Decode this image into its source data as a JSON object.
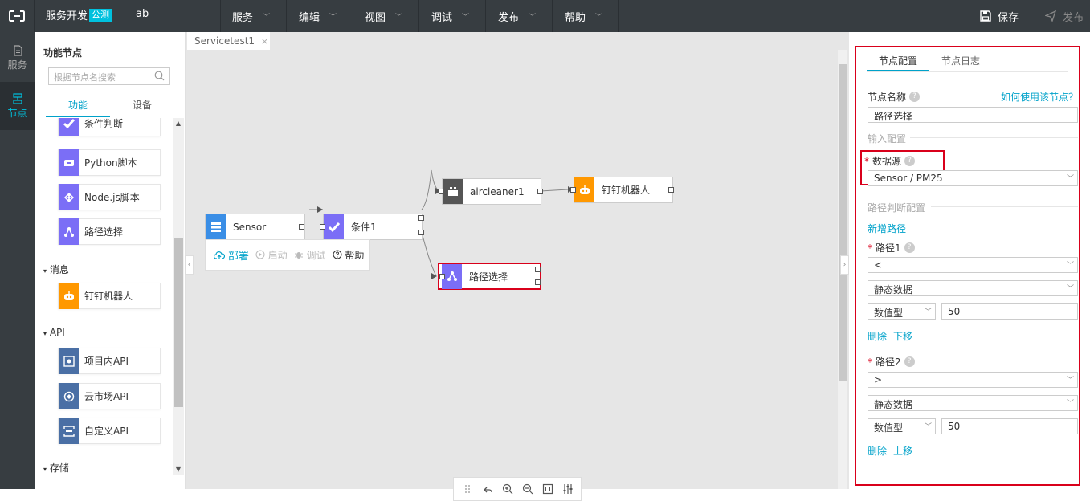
{
  "topbar": {
    "brand": "服务开发",
    "beta": "公测",
    "project": "ab",
    "menus": [
      {
        "label": "服务"
      },
      {
        "label": "编辑"
      },
      {
        "label": "视图"
      },
      {
        "label": "调试"
      },
      {
        "label": "发布"
      },
      {
        "label": "帮助"
      }
    ],
    "save": "保存",
    "publish": "发布"
  },
  "leftnav": {
    "items": [
      {
        "label": "服务",
        "active": false
      },
      {
        "label": "节点",
        "active": true
      }
    ]
  },
  "panel": {
    "title": "功能节点",
    "search_placeholder": "根据节点名搜索",
    "tabs": [
      {
        "label": "功能"
      },
      {
        "label": "设备"
      }
    ],
    "items": [
      {
        "label": "条件判断",
        "icon": "check-icon"
      },
      {
        "label": "Python脚本",
        "icon": "python-icon"
      },
      {
        "label": "Node.js脚本",
        "icon": "code-icon"
      },
      {
        "label": "路径选择",
        "icon": "route-icon"
      }
    ],
    "categories": {
      "message": "消息",
      "api": "API",
      "storage": "存储"
    },
    "message_items": [
      {
        "label": "钉钉机器人",
        "icon": "robot-icon"
      }
    ],
    "api_items": [
      {
        "label": "项目内API",
        "icon": "api-icon"
      },
      {
        "label": "云市场API",
        "icon": "market-icon"
      },
      {
        "label": "自定义API",
        "icon": "custom-api-icon"
      }
    ]
  },
  "canvas": {
    "tab": "Servicetest1",
    "nodes": {
      "sensor": "Sensor",
      "cond": "条件1",
      "aircleaner": "aircleaner1",
      "dingtalk": "钉钉机器人",
      "route": "路径选择"
    },
    "ctx": {
      "deploy": "部署",
      "start": "启动",
      "debug": "调试",
      "help": "帮助"
    }
  },
  "right": {
    "tabs": [
      {
        "label": "节点配置"
      },
      {
        "label": "节点日志"
      }
    ],
    "node_name_label": "节点名称",
    "how_to_link": "如何使用该节点？",
    "node_name_value": "路径选择",
    "input_section": "输入配置",
    "datasource_label": "数据源",
    "datasource_value": "Sensor / PM25",
    "route_section": "路径判断配置",
    "add_route": "新增路径",
    "routes": [
      {
        "label": "路径1",
        "op": "<",
        "src": "静态数据",
        "type": "数值型",
        "value": "50",
        "delete": "删除",
        "move": "下移"
      },
      {
        "label": "路径2",
        "op": ">",
        "src": "静态数据",
        "type": "数值型",
        "value": "50",
        "delete": "删除",
        "move": "上移"
      }
    ]
  },
  "colors": {
    "accent": "#00a2ca",
    "topbar": "#373d41",
    "highlight": "#d9001b",
    "purple": "#7b6ef6",
    "orange": "#ff9800"
  }
}
